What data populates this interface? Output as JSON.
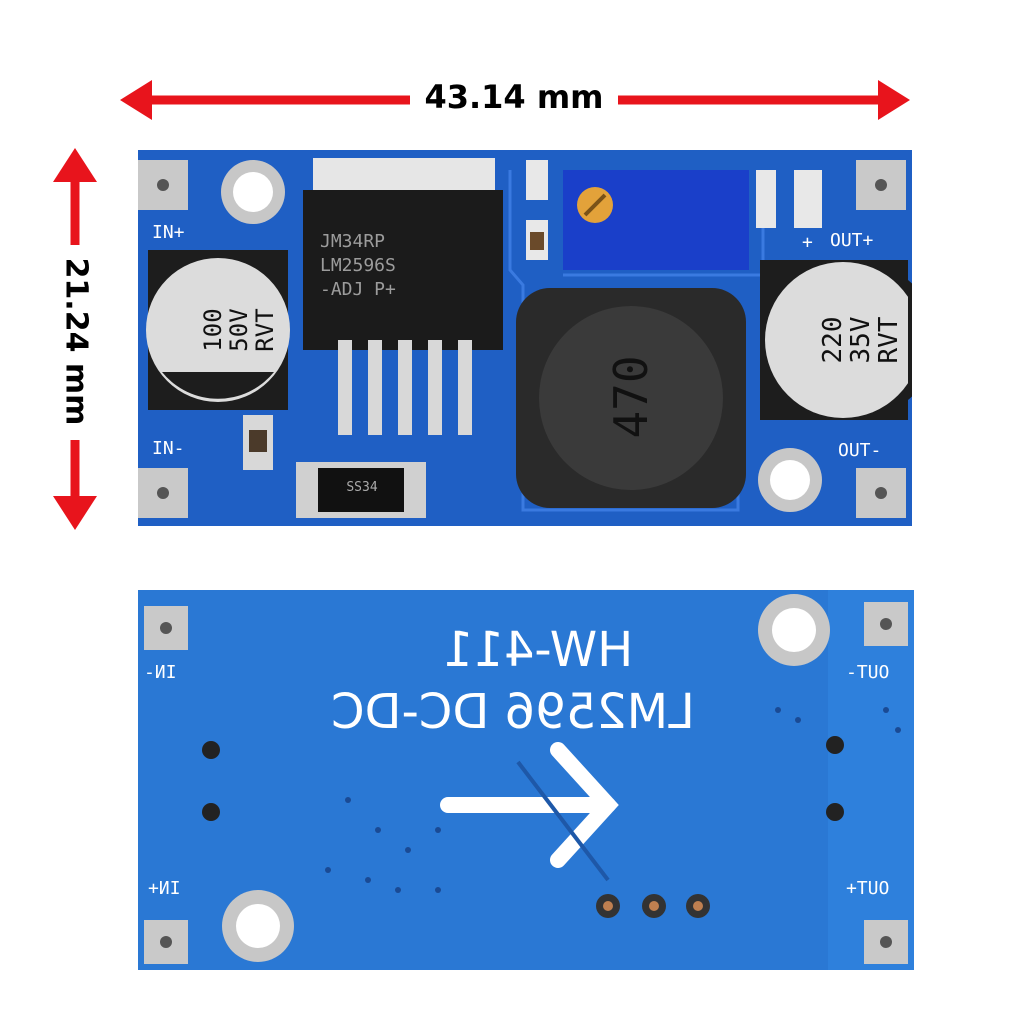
{
  "dimensions": {
    "width_label": "43.14 mm",
    "height_label": "21.24 mm",
    "arrow_color": "#e8141c"
  },
  "top_board": {
    "pcb_color": "#1f5fc4",
    "silkscreen": {
      "in_plus": "IN+",
      "in_minus": "IN-",
      "out_plus": "OUT+",
      "out_minus": "OUT-",
      "plus_mark": "+"
    },
    "ic": {
      "line1": "JM34RP",
      "line2": "LM2596S",
      "line3": "-ADJ  P+"
    },
    "cap_in": {
      "line1": "100",
      "line2": "50V",
      "line3": "RVT"
    },
    "cap_out": {
      "line1": "220",
      "line2": "35V",
      "line3": "RVT"
    },
    "inductor": "470",
    "diode_marking": "SS34"
  },
  "bottom_board": {
    "pcb_color": "#2a78d4",
    "title_line1": "HW-411",
    "title_line2": "LM2596 DC-DC",
    "in_minus": "IN-",
    "in_plus": "IN+",
    "out_minus": "OUT-",
    "out_plus": "OUT+"
  }
}
